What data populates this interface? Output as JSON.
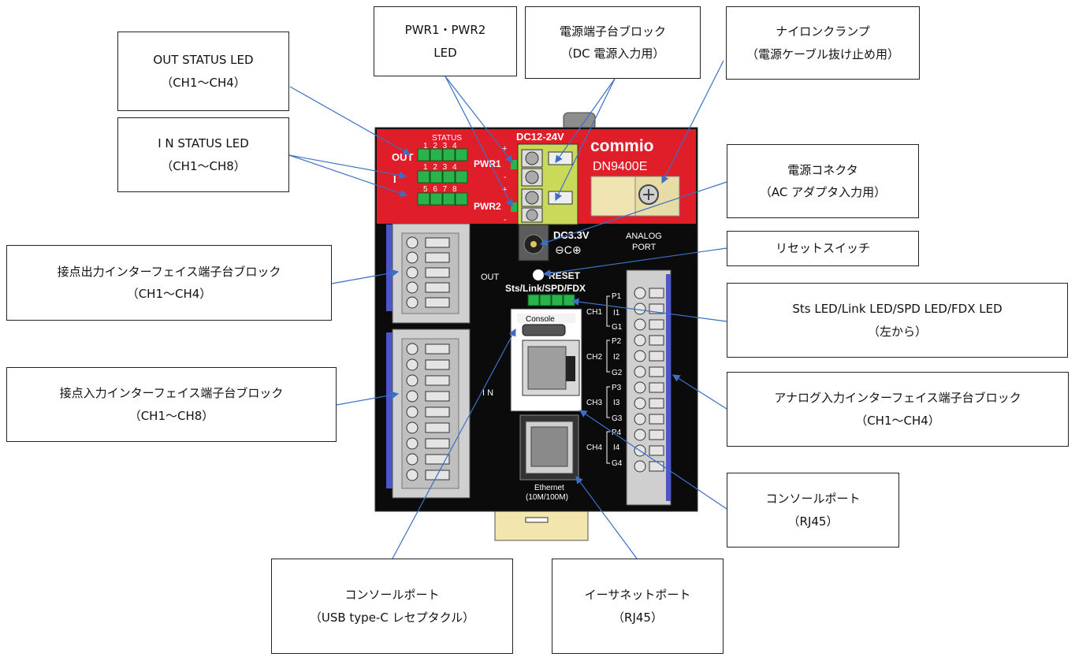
{
  "callouts": {
    "out_status_led": {
      "line1": "OUT STATUS LED",
      "line2": "（CH1～CH4）"
    },
    "pwr_led": {
      "line1": "PWR1・PWR2",
      "line2": "LED"
    },
    "power_terminal": {
      "line1": "電源端子台ブロック",
      "line2": "（DC 電源入力用）"
    },
    "nylon_clamp": {
      "line1": "ナイロンクランプ",
      "line2": "（電源ケーブル抜け止め用）"
    },
    "in_status_led": {
      "line1": "I N STATUS LED",
      "line2": "（CH1～CH8）"
    },
    "power_connector": {
      "line1": "電源コネクタ",
      "line2": "（AC アダプタ入力用）"
    },
    "reset_switch": {
      "line1": "リセットスイッチ"
    },
    "contact_out_block": {
      "line1": "接点出力インターフェイス端子台ブロック",
      "line2": "（CH1～CH4）"
    },
    "sts_leds": {
      "line1": "Sts LED/Link LED/SPD LED/FDX LED",
      "line2": "（左から）"
    },
    "contact_in_block": {
      "line1": "接点入力インターフェイス端子台ブロック",
      "line2": "（CH1～CH8）"
    },
    "analog_block": {
      "line1": "アナログ入力インターフェイス端子台ブロック",
      "line2": "（CH1～CH4）"
    },
    "console_rj45": {
      "line1": "コンソールポート",
      "line2": "（RJ45）"
    },
    "console_usbc": {
      "line1": "コンソールポート",
      "line2": "（USB type-C レセプタクル）"
    },
    "ethernet_port": {
      "line1": "イーサネットポート",
      "line2": "（RJ45）"
    }
  },
  "device": {
    "status": "STATUS",
    "out": "OUT",
    "in": "I",
    "nums_out": "1 2 3 4",
    "nums_in1": "1 2 3 4",
    "nums_in2": "5 6 7 8",
    "dc_label": "DC12-24V",
    "pwr1": "PWR1",
    "pwr2": "PWR2",
    "plus": "+",
    "minus": "-",
    "brand": "commio",
    "model": "DN9400E",
    "dc33": "DC3.3V",
    "polarity": "⊖C⊕",
    "analog1": "ANALOG",
    "analog2": "PORT",
    "out_side": "OUT",
    "reset": "RESET",
    "sts_link": "Sts/Link/SPD/FDX",
    "console": "Console",
    "in_side": "I N",
    "ethernet1": "Ethernet",
    "ethernet2": "(10M/100M)",
    "ch_labels": [
      "CH1",
      "CH2",
      "CH3",
      "CH4"
    ],
    "p_labels": [
      "P1",
      "P2",
      "P3",
      "P4"
    ],
    "i_labels": [
      "I1",
      "I2",
      "I3",
      "I4"
    ],
    "g_labels": [
      "G1",
      "G2",
      "G3",
      "G4"
    ]
  }
}
